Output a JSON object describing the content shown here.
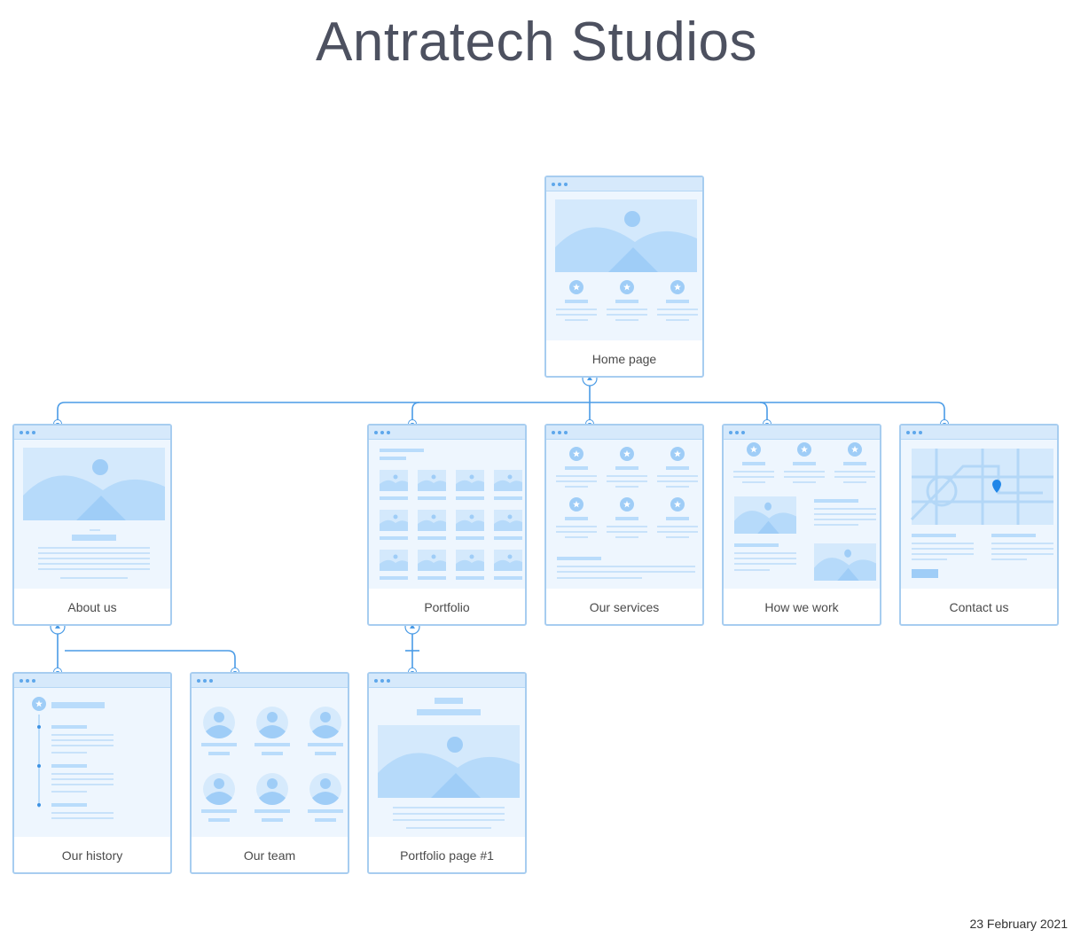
{
  "diagram": {
    "title": "Antratech Studios",
    "date": "23 February 2021",
    "colors": {
      "border": "#a7cdf0",
      "connector": "#4a9be6",
      "preview_bg": "#eef6fe",
      "placeholder": "#b9dcfb",
      "accent": "#5ea7eb"
    },
    "pages": [
      {
        "id": "home",
        "label": "Home page",
        "parent": null,
        "template": "hero-features"
      },
      {
        "id": "about",
        "label": "About us",
        "parent": "home",
        "template": "hero-text"
      },
      {
        "id": "portfolio",
        "label": "Portfolio",
        "parent": "home",
        "template": "gallery-grid"
      },
      {
        "id": "services",
        "label": "Our services",
        "parent": "home",
        "template": "feature-grid"
      },
      {
        "id": "how",
        "label": "How we work",
        "parent": "home",
        "template": "features-media"
      },
      {
        "id": "contact",
        "label": "Contact us",
        "parent": "home",
        "template": "map-form"
      },
      {
        "id": "history",
        "label": "Our history",
        "parent": "about",
        "template": "timeline"
      },
      {
        "id": "team",
        "label": "Our team",
        "parent": "about",
        "template": "team-grid"
      },
      {
        "id": "portfolio1",
        "label": "Portfolio page #1",
        "parent": "portfolio",
        "template": "article"
      }
    ]
  }
}
